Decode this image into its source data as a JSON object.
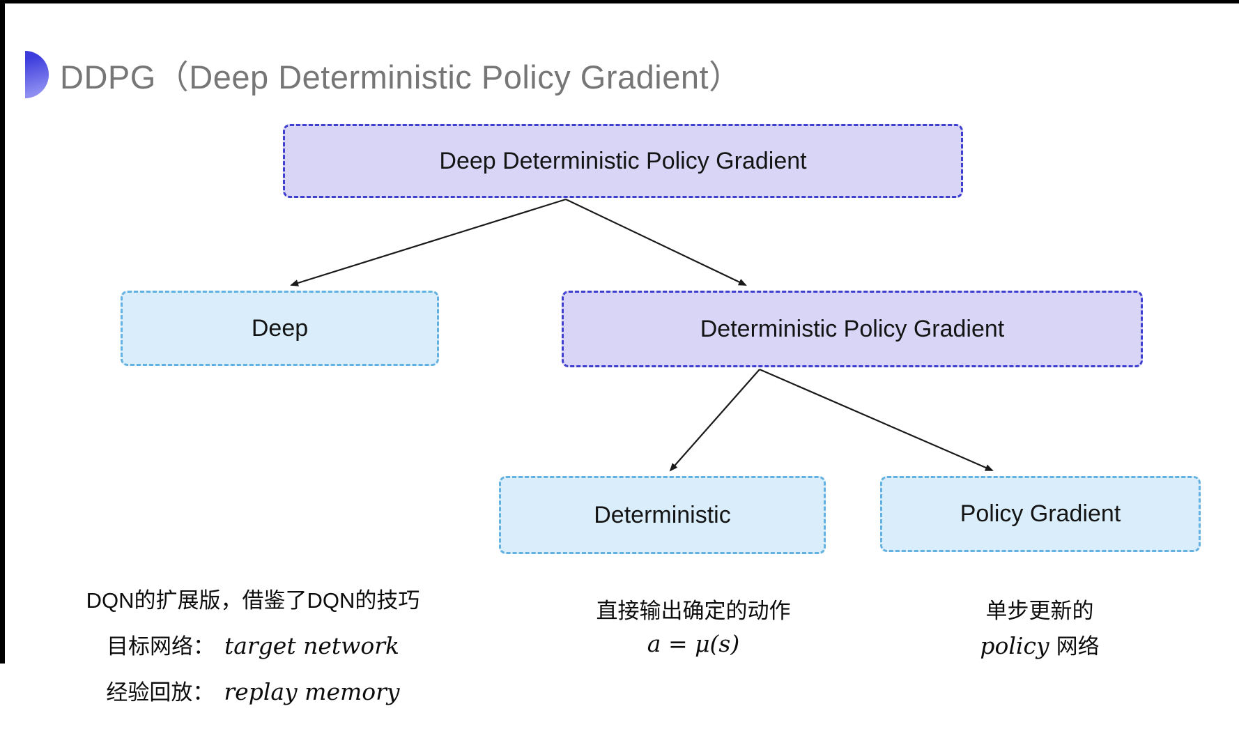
{
  "title": {
    "text": "DDPG（Deep Deterministic Policy Gradient）"
  },
  "colors": {
    "purple_fill": "#d8d5f6",
    "purple_border": "#3e3ecf",
    "cyan_fill": "#d9eefa",
    "cyan_border": "#62b1e0",
    "title_gray": "#767676",
    "arrow": "#1a1a1a",
    "bullet_gradient_top": "#3c3cdc",
    "bullet_gradient_bottom": "#8f8ff2"
  },
  "tree": {
    "root": {
      "label": "Deep Deterministic Policy Gradient",
      "variant": "purple"
    },
    "level2": [
      {
        "label": "Deep",
        "variant": "cyan"
      },
      {
        "label": "Deterministic Policy Gradient",
        "variant": "purple"
      }
    ],
    "level3": [
      {
        "label": "Deterministic",
        "variant": "cyan"
      },
      {
        "label": "Policy Gradient",
        "variant": "cyan"
      }
    ]
  },
  "notes": {
    "deep": {
      "line1": "DQN的扩展版，借鉴了DQN的技巧",
      "line2_zh": "目标网络：",
      "line2_en": "target network",
      "line3_zh": "经验回放：",
      "line3_en": "replay memory"
    },
    "deterministic": {
      "line1": "直接输出确定的动作",
      "formula": "a = μ(s)"
    },
    "policy_gradient": {
      "line1": "单步更新的",
      "line2_en": "policy",
      "line2_zh": "网络"
    }
  }
}
